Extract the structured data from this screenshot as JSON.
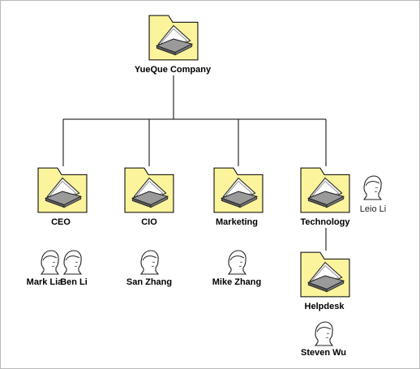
{
  "colors": {
    "folder_fill": "#fbf49c",
    "folder_stroke": "#000000",
    "connector": "#000000"
  },
  "nodes": {
    "root": {
      "label": "YueQue Company",
      "icon": "folder-scanner-icon"
    },
    "ceo": {
      "label": "CEO",
      "icon": "folder-scanner-icon"
    },
    "cio": {
      "label": "CIO",
      "icon": "folder-scanner-icon"
    },
    "marketing": {
      "label": "Marketing",
      "icon": "folder-scanner-icon"
    },
    "technology": {
      "label": "Technology",
      "icon": "folder-scanner-icon"
    },
    "helpdesk": {
      "label": "Helpdesk",
      "icon": "folder-scanner-icon"
    }
  },
  "people": {
    "mark_lia": {
      "name": "Mark Lia",
      "icon": "user-icon"
    },
    "ben_li": {
      "name": "Ben Li",
      "icon": "user-icon"
    },
    "san_zhang": {
      "name": "San Zhang",
      "icon": "user-icon"
    },
    "mike_zhang": {
      "name": "Mike Zhang",
      "icon": "user-icon"
    },
    "leio_li": {
      "name": "Leio Li",
      "icon": "user-icon"
    },
    "steven_wu": {
      "name": "Steven Wu",
      "icon": "user-icon"
    }
  }
}
